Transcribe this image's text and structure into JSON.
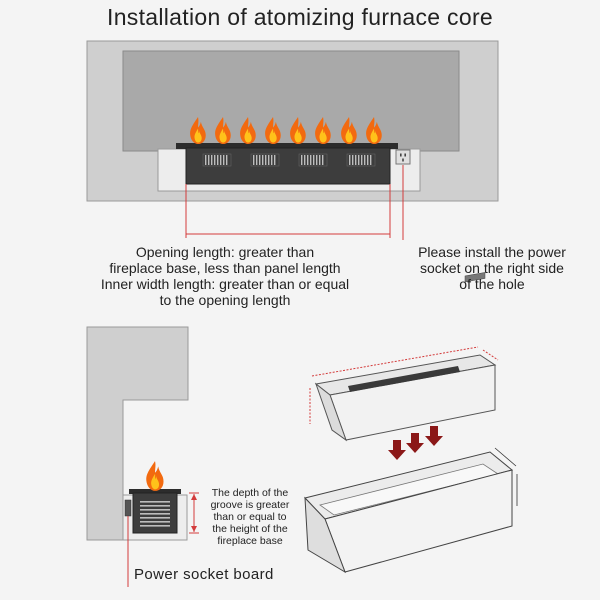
{
  "title": "Installation of atomizing furnace core",
  "captions": {
    "opening_lines": [
      "Opening length: greater than",
      "fireplace base, less than panel length",
      "Inner width length: greater than or equal",
      "to the opening length"
    ],
    "socket_lines": [
      "Please install the power",
      "socket on the right side",
      "of the hole"
    ],
    "depth_lines": [
      "The depth of the",
      "groove is greater",
      "than or equal to",
      "the height of the",
      "fireplace base"
    ],
    "power_socket_board": "Power socket board"
  },
  "colors": {
    "panel": "#cfcfcf",
    "glass": "#a9a9a9",
    "furnace": "#3a3a3a",
    "measure": "#d33b3b",
    "arrow": "#8b1818",
    "flame_outer": "#f26a10",
    "flame_inner": "#ffc21a"
  }
}
